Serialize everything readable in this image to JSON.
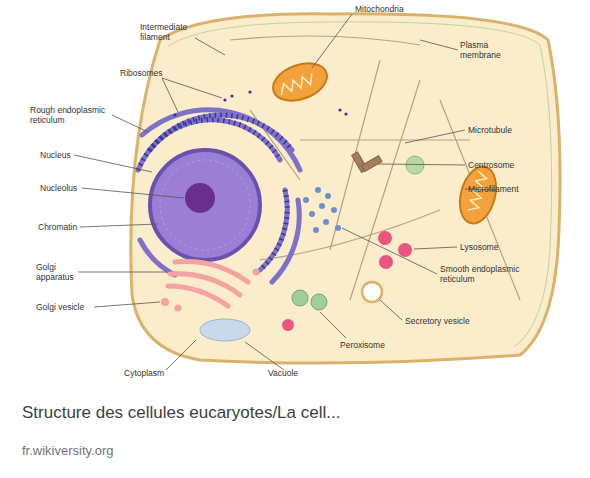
{
  "diagram": {
    "caption": "Structure des cellules eucaryotes/La cell...",
    "labels": [
      "Intermediate filament",
      "Mitochondria",
      "Plasma membrane",
      "Ribosomes",
      "Rough endoplasmic reticulum",
      "Microtubule",
      "Nucleus",
      "Centrosome",
      "Nucleolus",
      "Microfilament",
      "Chromatin",
      "Lysosome",
      "Golgi apparatus",
      "Smooth endoplasmic reticulum",
      "Golgi vesicle",
      "Secretory vesicle",
      "Peroxisome",
      "Cytoplasm",
      "Vacuole",
      "fr.wikiversity.org"
    ]
  }
}
